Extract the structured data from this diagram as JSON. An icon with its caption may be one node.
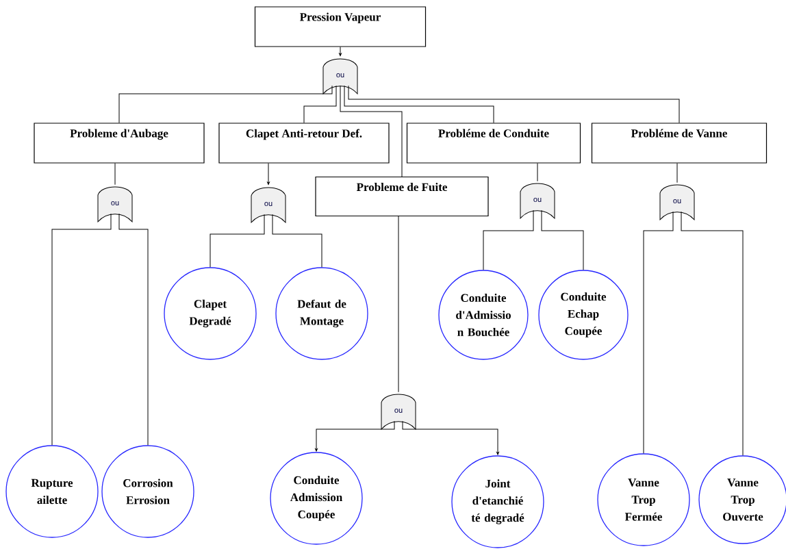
{
  "diagram": {
    "nodes": [
      {
        "text": [
          "Pression Vapeur"
        ]
      },
      {
        "text": [
          "ou"
        ]
      },
      {
        "text": [
          "Probleme d'Aubage"
        ]
      },
      {
        "text": [
          "Clapet Anti-retour Def."
        ]
      },
      {
        "text": [
          "Probleme de Fuite"
        ]
      },
      {
        "text": [
          "Probléme de Conduite"
        ]
      },
      {
        "text": [
          "Probléme de Vanne"
        ]
      },
      {
        "text": [
          "ou"
        ]
      },
      {
        "text": [
          "ou"
        ]
      },
      {
        "text": [
          "ou"
        ]
      },
      {
        "text": [
          "ou"
        ]
      },
      {
        "text": [
          "Clapet Degradé"
        ]
      },
      {
        "text": [
          "Defaut de Montage"
        ]
      },
      {
        "text": [
          "Conduite d'Admissio n Bouchée"
        ]
      },
      {
        "text": [
          "Conduite Echap Coupée"
        ]
      },
      {
        "text": [
          "ou"
        ]
      },
      {
        "text": [
          "Rupture ailette"
        ]
      },
      {
        "text": [
          "Corrosion Errosion"
        ]
      },
      {
        "text": [
          "Conduite Admission Coupée"
        ]
      },
      {
        "text": [
          "Joint d'etanchié té degradé"
        ]
      },
      {
        "text": [
          "Vanne Trop Fermée"
        ]
      },
      {
        "text": [
          "Vanne Trop Ouverte"
        ]
      }
    ],
    "edges": [
      {
        "from": 0,
        "to": 1,
        "arrow": "to"
      },
      {
        "from": 1,
        "to": 2,
        "arrow": "none"
      },
      {
        "from": 1,
        "to": 3,
        "arrow": "none"
      },
      {
        "from": 1,
        "to": 4,
        "arrow": "none"
      },
      {
        "from": 1,
        "to": 5,
        "arrow": "none"
      },
      {
        "from": 1,
        "to": 6,
        "arrow": "none"
      },
      {
        "from": 2,
        "to": 7,
        "arrow": "none"
      },
      {
        "from": 3,
        "to": 8,
        "arrow": "to"
      },
      {
        "from": 5,
        "to": 9,
        "arrow": "none"
      },
      {
        "from": 6,
        "to": 10,
        "arrow": "none"
      },
      {
        "from": 8,
        "to": 11,
        "arrow": "none"
      },
      {
        "from": 8,
        "to": 12,
        "arrow": "none"
      },
      {
        "from": 9,
        "to": 13,
        "arrow": "none"
      },
      {
        "from": 9,
        "to": 14,
        "arrow": "none"
      },
      {
        "from": 4,
        "to": 15,
        "arrow": "none"
      },
      {
        "from": 7,
        "to": 16,
        "arrow": "none"
      },
      {
        "from": 7,
        "to": 17,
        "arrow": "none"
      },
      {
        "from": 15,
        "to": 18,
        "arrow": "to"
      },
      {
        "from": 15,
        "to": 19,
        "arrow": "to"
      },
      {
        "from": 10,
        "to": 20,
        "arrow": "none"
      },
      {
        "from": 10,
        "to": 21,
        "arrow": "none"
      }
    ]
  }
}
